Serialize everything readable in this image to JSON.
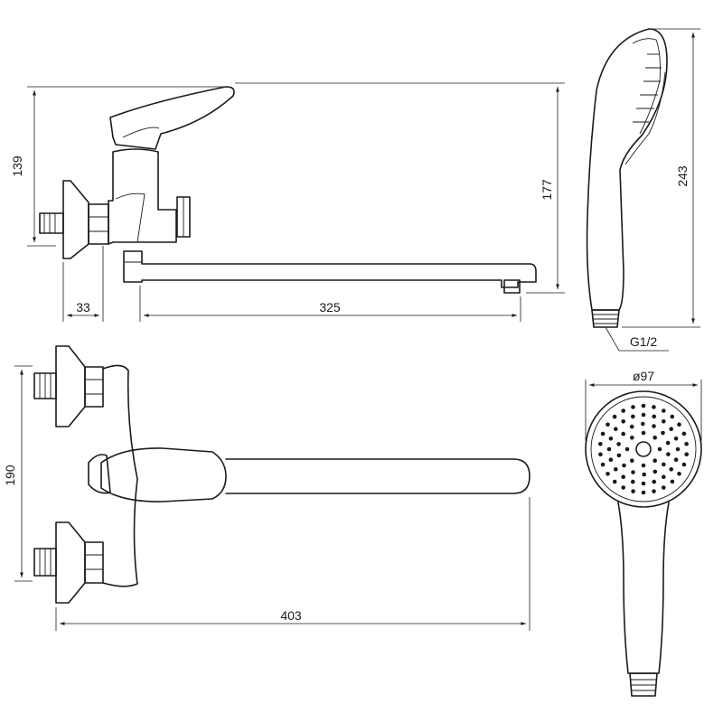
{
  "dimensions": {
    "mixer_height": "139",
    "outlet_height": "177",
    "wall_offset": "33",
    "spout_reach": "325",
    "inlet_spacing": "190",
    "overall_length": "403",
    "handshower_length": "243",
    "thread": "G1/2",
    "head_diameter": "ø97"
  }
}
